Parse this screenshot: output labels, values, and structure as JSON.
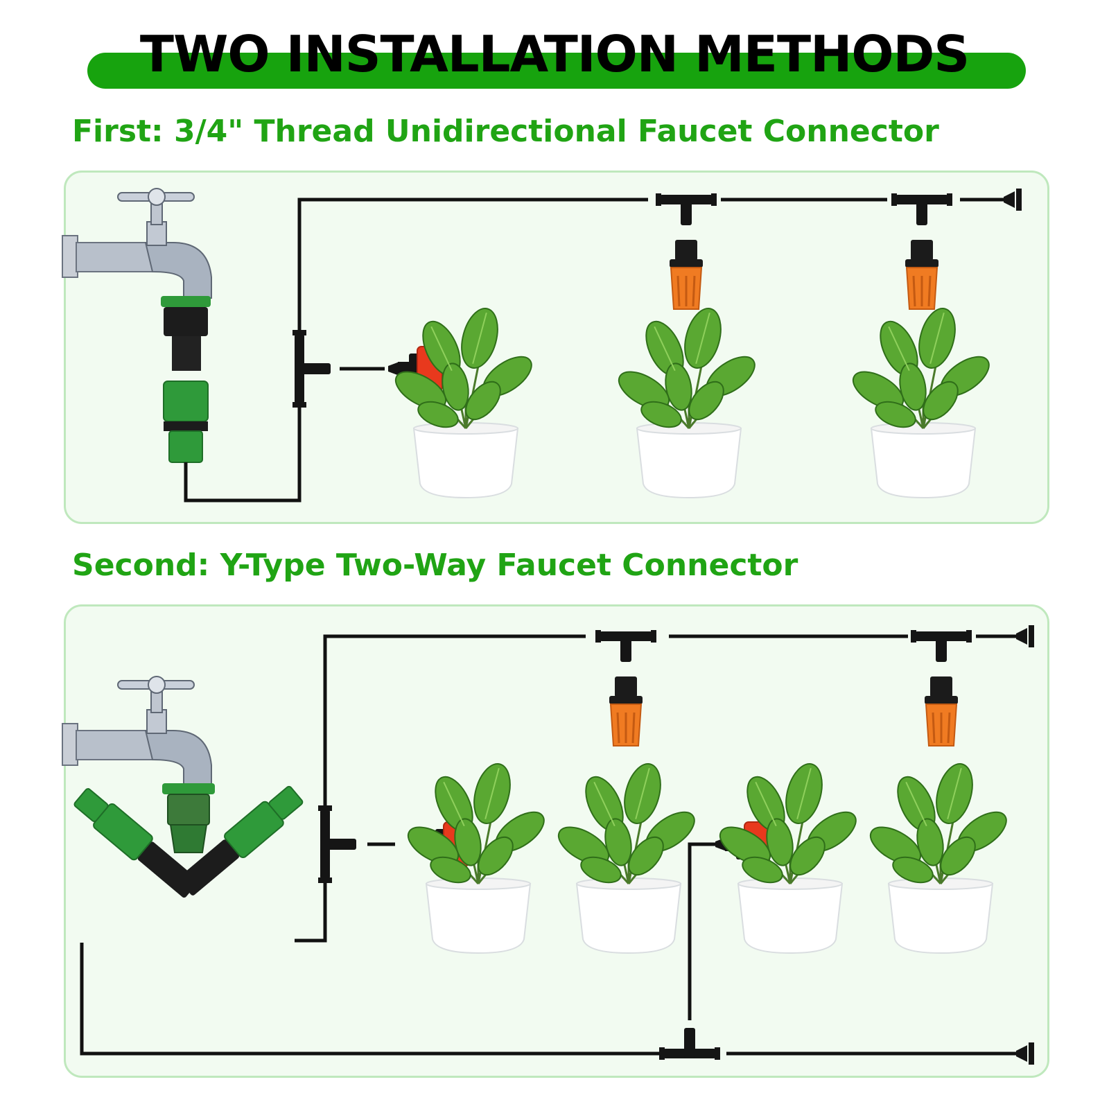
{
  "title": "TWO INSTALLATION METHODS",
  "sections": [
    {
      "heading": "First: 3/4\" Thread Unidirectional Faucet Connector"
    },
    {
      "heading": "Second: Y-Type Two-Way Faucet Connector"
    }
  ],
  "colors": {
    "accent_green": "#17a30e",
    "heading_green": "#20a414",
    "panel_bg": "#f2fbf1",
    "panel_border": "#bfe8bd",
    "tubing": "#111111",
    "dripper_orange": "#f07b22",
    "dripper_red": "#e8391d",
    "connector_green": "#2f9a3a"
  },
  "icons": [
    "faucet-icon",
    "hose-connector-icon",
    "y-connector-icon",
    "tee-connector-icon",
    "drip-emitter-icon",
    "end-plug-icon",
    "potted-plant-icon"
  ]
}
